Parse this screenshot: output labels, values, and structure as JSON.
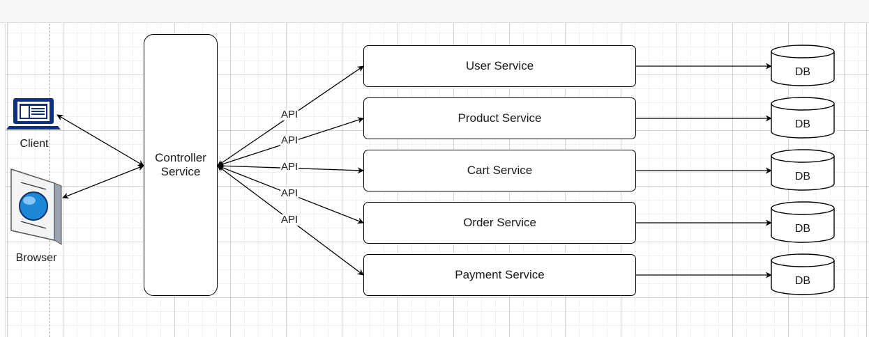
{
  "actors": [
    {
      "label": "Client",
      "icon": "laptop-icon"
    },
    {
      "label": "Browser",
      "icon": "browser-globe-icon"
    }
  ],
  "controller": {
    "line1": "Controller",
    "line2": "Service"
  },
  "api_label": "API",
  "services": [
    {
      "label": "User Service",
      "db": "DB"
    },
    {
      "label": "Product Service",
      "db": "DB"
    },
    {
      "label": "Cart Service",
      "db": "DB"
    },
    {
      "label": "Order Service",
      "db": "DB"
    },
    {
      "label": "Payment Service",
      "db": "DB"
    }
  ],
  "colors": {
    "client_icon": "#10307f",
    "globe": "#1e88d8",
    "stroke": "#000000"
  }
}
